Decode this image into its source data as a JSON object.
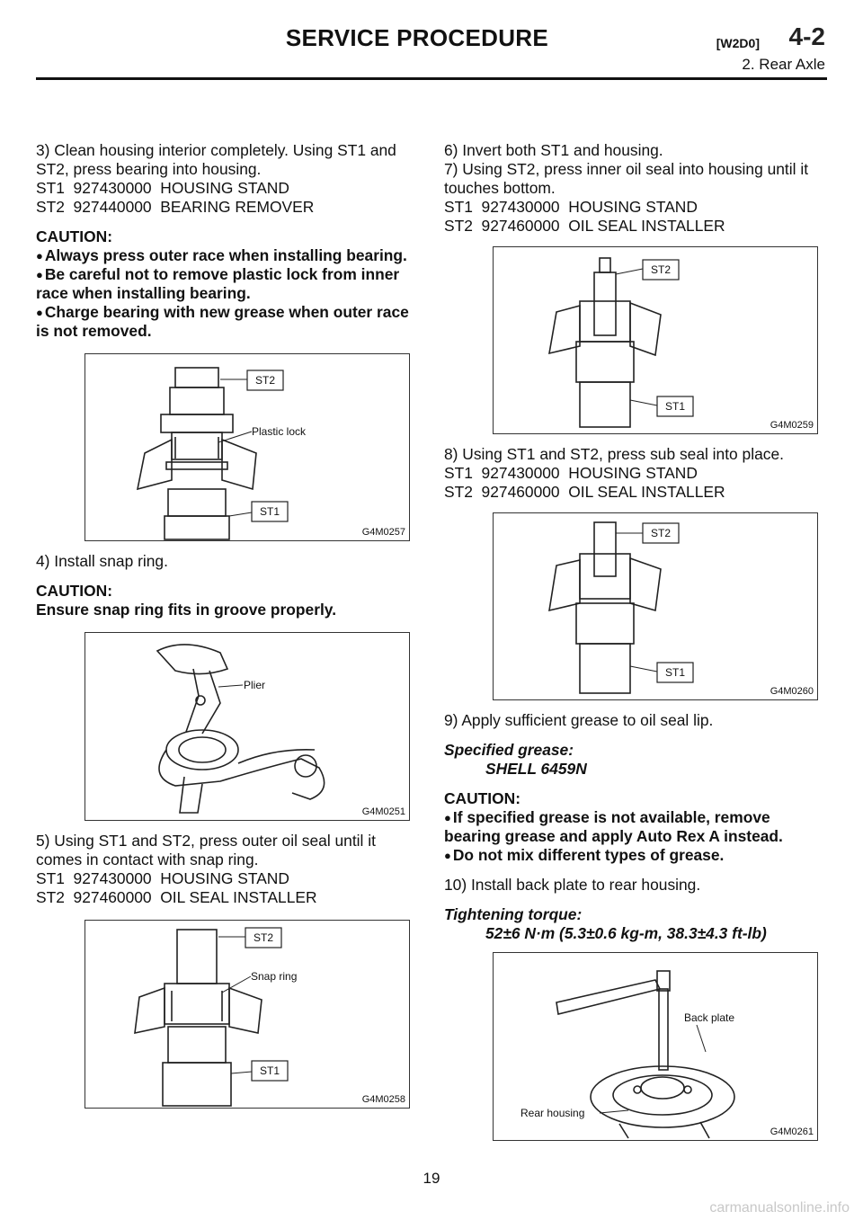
{
  "header": {
    "title": "SERVICE PROCEDURE",
    "code": "[W2D0]",
    "section": "4-2",
    "subtitle": "2. Rear Axle"
  },
  "left": {
    "step3": {
      "text": "3) Clean housing interior completely. Using ST1 and ST2, press bearing into housing.",
      "st1": "ST1  927430000  HOUSING STAND",
      "st2": "ST2  927440000  BEARING REMOVER",
      "caution": "CAUTION:",
      "c1": "Always press outer race when installing bearing.",
      "c2": "Be careful not to remove plastic lock from inner race when installing bearing.",
      "c3": "Charge bearing with new grease when outer race is not removed."
    },
    "fig1": {
      "code": "G4M0257",
      "labels": [
        "ST2",
        "Plastic lock",
        "ST1"
      ]
    },
    "step4": {
      "text": "4) Install snap ring.",
      "caution": "CAUTION:",
      "c1": "Ensure snap ring fits in groove properly."
    },
    "fig2": {
      "code": "G4M0251",
      "labels": [
        "Plier"
      ]
    },
    "step5": {
      "text": "5) Using ST1 and ST2, press outer oil seal until it comes in contact with snap ring.",
      "st1": "ST1  927430000  HOUSING STAND",
      "st2": "ST2  927460000  OIL SEAL INSTALLER"
    },
    "fig3": {
      "code": "G4M0258",
      "labels": [
        "ST2",
        "Snap ring",
        "ST1"
      ]
    }
  },
  "right": {
    "step6": {
      "text": "6) Invert both ST1 and housing."
    },
    "step7": {
      "text": "7) Using ST2, press inner oil seal into housing until it touches bottom.",
      "st1": "ST1  927430000  HOUSING STAND",
      "st2": "ST2  927460000  OIL SEAL INSTALLER"
    },
    "fig4": {
      "code": "G4M0259",
      "labels": [
        "ST2",
        "ST1"
      ]
    },
    "step8": {
      "text": "8) Using ST1 and ST2, press sub seal into place.",
      "st1": "ST1  927430000  HOUSING STAND",
      "st2": "ST2  927460000  OIL SEAL INSTALLER"
    },
    "fig5": {
      "code": "G4M0260",
      "labels": [
        "ST2",
        "ST1"
      ]
    },
    "step9": {
      "text": "9) Apply sufficient grease to oil seal lip.",
      "spec_h": "Specified grease:",
      "spec_v": "SHELL 6459N",
      "caution": "CAUTION:",
      "c1": "If specified grease is not available, remove bearing grease and apply Auto Rex A instead.",
      "c2": "Do not mix different types of grease."
    },
    "step10": {
      "text": "10) Install back plate to rear housing.",
      "torque_h": "Tightening torque:",
      "torque_v": "52±6 N·m (5.3±0.6 kg-m, 38.3±4.3 ft-lb)"
    },
    "fig6": {
      "code": "G4M0261",
      "labels": [
        "Back plate",
        "Rear housing"
      ]
    }
  },
  "footer": {
    "page": "19",
    "watermark": "carmanualsonline.info"
  }
}
